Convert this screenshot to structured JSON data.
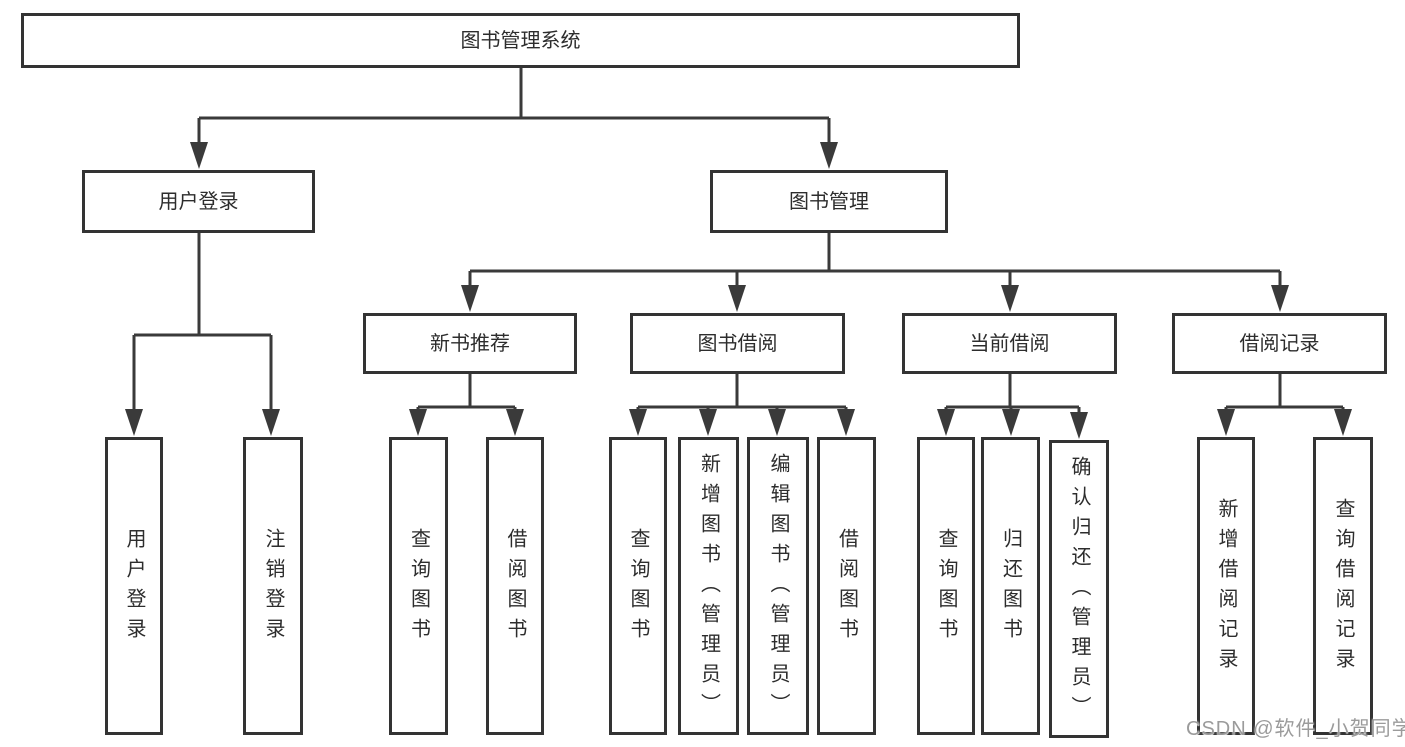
{
  "diagram": {
    "root": {
      "label": "图书管理系统"
    },
    "level2": [
      {
        "label": "用户登录"
      },
      {
        "label": "图书管理"
      }
    ],
    "level3": [
      {
        "label": "新书推荐"
      },
      {
        "label": "图书借阅"
      },
      {
        "label": "当前借阅"
      },
      {
        "label": "借阅记录"
      }
    ],
    "leaves": {
      "user": [
        {
          "label": "用户登录"
        },
        {
          "label": "注销登录"
        }
      ],
      "newbook": [
        {
          "label": "查询图书"
        },
        {
          "label": "借阅图书"
        }
      ],
      "borrow": [
        {
          "label": "查询图书"
        },
        {
          "label": "新增图书（管理员）"
        },
        {
          "label": "编辑图书（管理员）"
        },
        {
          "label": "借阅图书"
        }
      ],
      "current": [
        {
          "label": "查询图书"
        },
        {
          "label": "归还图书"
        },
        {
          "label": "确认归还（管理员）"
        }
      ],
      "records": [
        {
          "label": "新增借阅记录"
        },
        {
          "label": "查询借阅记录"
        }
      ]
    },
    "colors": {
      "line": "#3a3a3a",
      "border": "#333333",
      "text": "#2d2d2d",
      "background": "#ffffff"
    },
    "watermark": "CSDN @软件_小贺同学"
  }
}
